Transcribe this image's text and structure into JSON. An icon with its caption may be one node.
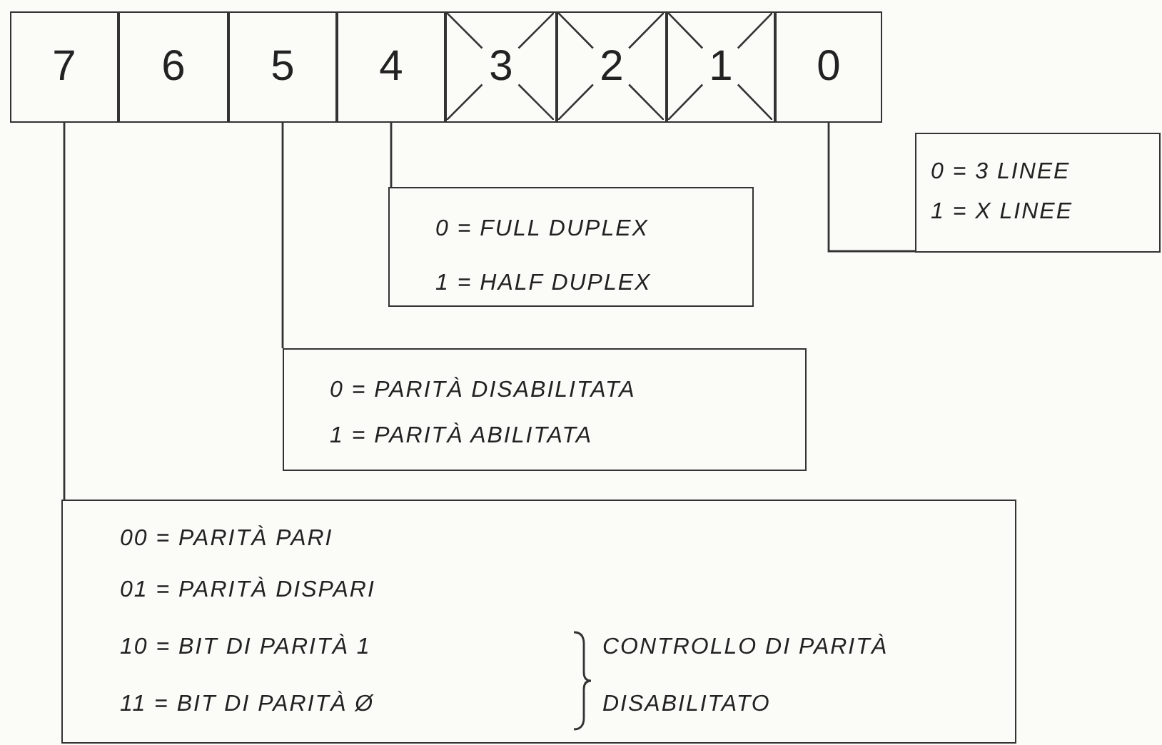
{
  "diagram": {
    "nodes": [
      {
        "text": [
          "7"
        ]
      },
      {
        "text": [
          "6"
        ]
      },
      {
        "text": [
          "5"
        ]
      },
      {
        "text": [
          "4"
        ]
      },
      {
        "text": [
          "3"
        ]
      },
      {
        "text": [
          "2"
        ]
      },
      {
        "text": [
          "1"
        ]
      },
      {
        "text": [
          "0"
        ]
      },
      {
        "text": [
          "0 = 3 LINEE",
          "1 = X LINEE"
        ]
      },
      {
        "text": [
          "0 = FULL DUPLEX",
          "1 = HALF DUPLEX"
        ]
      },
      {
        "text": [
          "0 = PARITÀ DISABILITATA",
          "1 = PARITÀ ABILITATA"
        ]
      },
      {
        "text": [
          "00 = PARITÀ PARI",
          "01 = PARITÀ DISPARI",
          "10 = BIT DI PARITÀ 1",
          "11 = BIT DI PARITÀ Ø",
          "CONTROLLO DI PARITÀ DISABILITATO"
        ]
      }
    ],
    "edges": [
      {
        "from": 7,
        "to": 8,
        "arrow": "none"
      },
      {
        "from": 3,
        "to": 9,
        "arrow": "none"
      },
      {
        "from": 2,
        "to": 10,
        "arrow": "none"
      },
      {
        "from": 0,
        "to": 11,
        "arrow": "none"
      }
    ]
  }
}
